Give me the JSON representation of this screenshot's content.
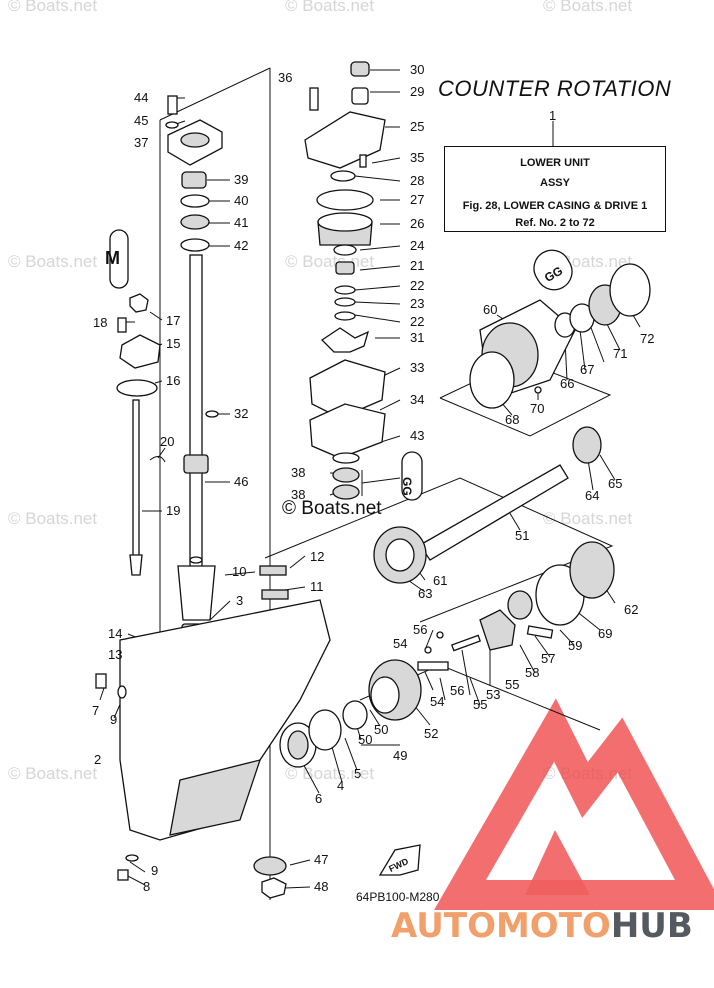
{
  "title": "COUNTER ROTATION",
  "reference_box": {
    "line1": "LOWER UNIT",
    "line2": "ASSY",
    "line3": "Fig. 28, LOWER CASING & DRIVE 1",
    "line4": "Ref. No. 2 to 72",
    "callout": "1"
  },
  "watermark": "© Boats.net",
  "copyright_mark": "© Boats.net",
  "part_code": "64PB100-M280",
  "fwd_label": "FWD",
  "marks": {
    "m": "M",
    "gg": "GG"
  },
  "brand": {
    "part1": "AUTOMOTO",
    "part2": "HUB",
    "color1": "#f2a06b",
    "color2": "#555a60",
    "logo_color": "#ef4444"
  },
  "callouts": [
    "2",
    "3",
    "4",
    "5",
    "6",
    "7",
    "8",
    "9",
    "9",
    "10",
    "11",
    "12",
    "13",
    "14",
    "15",
    "16",
    "17",
    "18",
    "19",
    "20",
    "21",
    "22",
    "22",
    "23",
    "24",
    "25",
    "26",
    "27",
    "28",
    "29",
    "30",
    "31",
    "32",
    "33",
    "34",
    "35",
    "36",
    "37",
    "38",
    "38",
    "39",
    "40",
    "41",
    "42",
    "43",
    "44",
    "45",
    "46",
    "47",
    "48",
    "49",
    "50",
    "50",
    "51",
    "52",
    "53",
    "54",
    "54",
    "55",
    "55",
    "56",
    "56",
    "57",
    "58",
    "59",
    "60",
    "61",
    "62",
    "63",
    "64",
    "65",
    "66",
    "67",
    "68",
    "69",
    "70",
    "71",
    "72"
  ]
}
